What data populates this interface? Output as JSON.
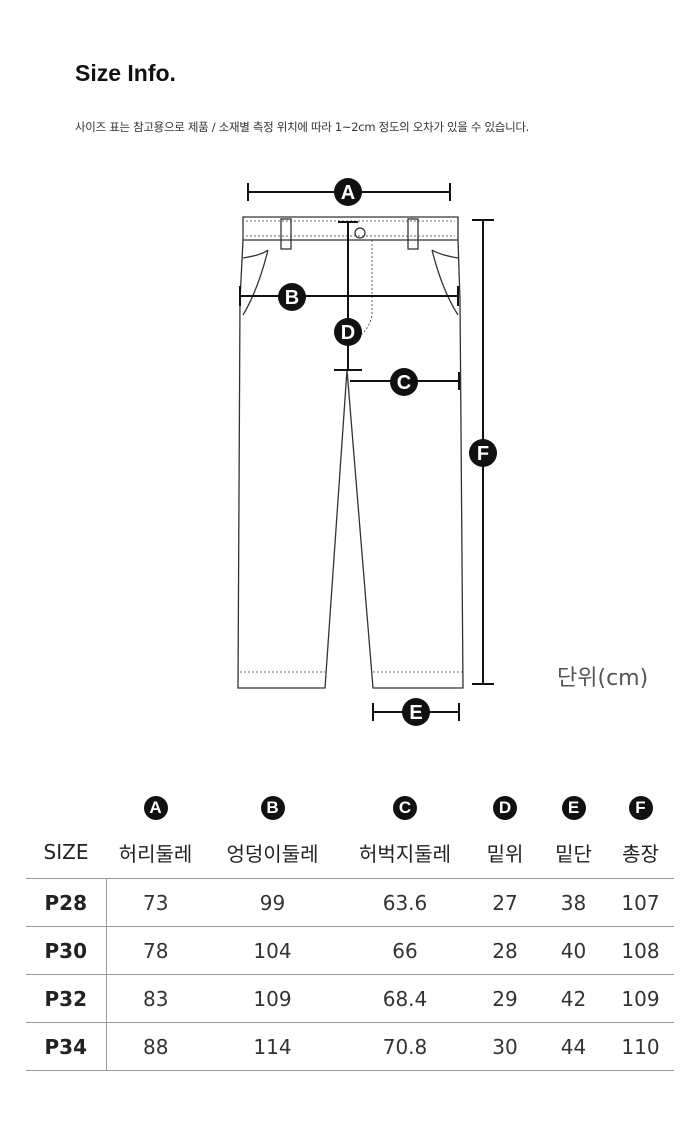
{
  "title": "Size Info.",
  "subtitle": "사이즈 표는 참고용으로 제품 / 소재별 측정 위치에 따라 1~2cm 정도의 오차가 있을 수 있습니다.",
  "unit_label": "단위(cm)",
  "diagram_labels": {
    "a": "A",
    "b": "B",
    "c": "C",
    "d": "D",
    "e": "E",
    "f": "F"
  },
  "table": {
    "letters": [
      "A",
      "B",
      "C",
      "D",
      "E",
      "F"
    ],
    "headers": [
      "SIZE",
      "허리둘레",
      "엉덩이둘레",
      "허벅지둘레",
      "밑위",
      "밑단",
      "총장"
    ],
    "rows": [
      [
        "P28",
        "73",
        "99",
        "63.6",
        "27",
        "38",
        "107"
      ],
      [
        "P30",
        "78",
        "104",
        "66",
        "28",
        "40",
        "108"
      ],
      [
        "P32",
        "83",
        "109",
        "68.4",
        "29",
        "42",
        "109"
      ],
      [
        "P34",
        "88",
        "114",
        "70.8",
        "30",
        "44",
        "110"
      ]
    ]
  }
}
